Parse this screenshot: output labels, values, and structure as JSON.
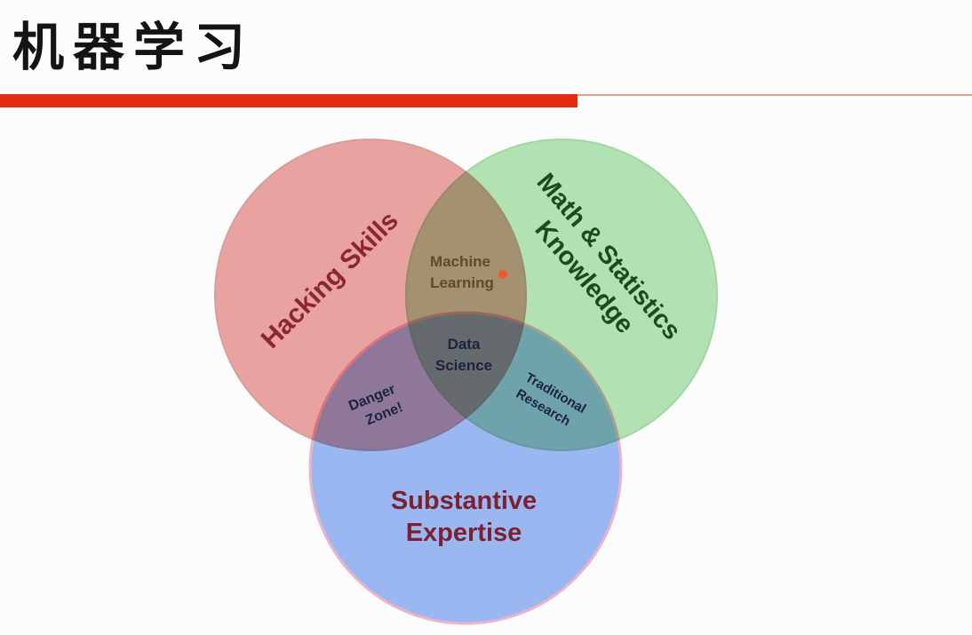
{
  "slide": {
    "title": "机器学习"
  },
  "venn": {
    "sets": [
      {
        "id": "hacking",
        "label": "Hacking Skills",
        "color": "#eba5a3"
      },
      {
        "id": "math",
        "label_lines": [
          "Math & Statistics",
          "Knowledge"
        ],
        "color": "#b4e4b4"
      },
      {
        "id": "substantive",
        "label_lines": [
          "Substantive",
          "Expertise"
        ],
        "color": "#9db9f5"
      }
    ],
    "intersections": {
      "machine_learning": [
        "Machine",
        "Learning"
      ],
      "data_science": [
        "Data",
        "Science"
      ],
      "danger_zone": [
        "Danger",
        "Zone!"
      ],
      "traditional_research": [
        "Traditional",
        "Research"
      ]
    },
    "colors": {
      "hacking_text": "#8a2730",
      "math_text": "#1f4a21",
      "substantive_text": "#7b2130",
      "intersection_text": "#1c2340",
      "ml_text": "#5f4a23",
      "pointer_dot": "#f05a2a"
    }
  }
}
